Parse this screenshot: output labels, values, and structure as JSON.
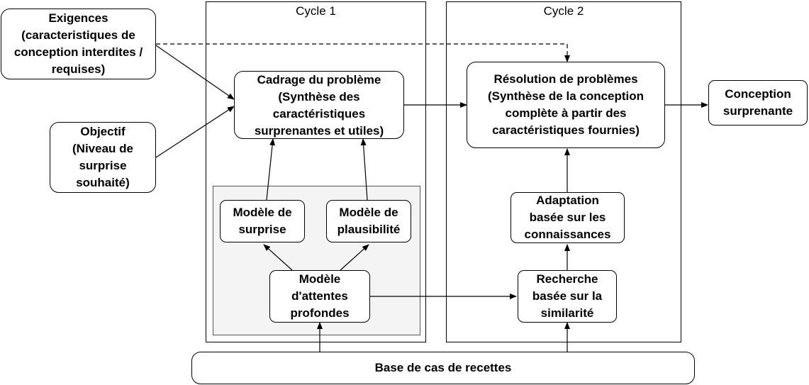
{
  "cycles": {
    "cycle1": {
      "label": "Cycle 1"
    },
    "cycle2": {
      "label": "Cycle 2"
    }
  },
  "nodes": {
    "exigences": "Exigences\n(caracteristiques de\nconception interdites /\nrequises)",
    "objectif": "Objectif\n(Niveau de\nsurprise\nsouhaité)",
    "cadrage": "Cadrage du problème\n(Synthèse des\ncaractéristiques\nsurprenantes et utiles)",
    "modele_surprise": "Modèle de\nsurprise",
    "modele_plausibilite": "Modèle de\nplausibilité",
    "modele_attentes": "Modèle\nd'attentes\nprofondes",
    "resolution": "Résolution de problèmes\n(Synthèse de la conception\ncomplète à partir des\ncaractéristiques fournies)",
    "adaptation": "Adaptation\nbasée sur les\nconnaissances",
    "recherche": "Recherche\nbasée sur la\nsimilarité",
    "conception": "Conception\nsurprenante",
    "base_cas": "Base de cas de recettes"
  },
  "colors": {
    "stroke": "#000000",
    "group_fill": "#f4f4f4",
    "node_fill": "#ffffff"
  }
}
